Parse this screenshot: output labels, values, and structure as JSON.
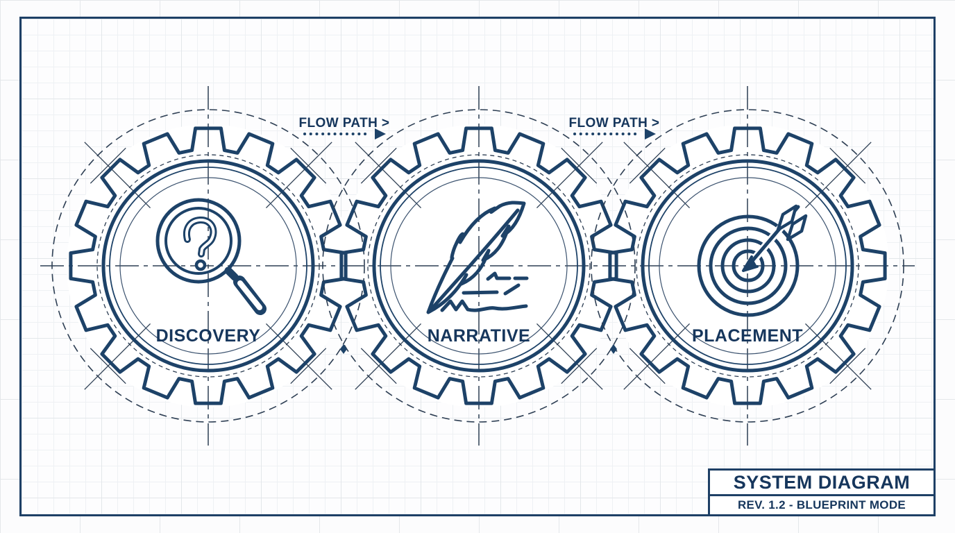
{
  "title_block": {
    "title": "SYSTEM DIAGRAM",
    "revision": "REV. 1.2 - BLUEPRINT MODE"
  },
  "flow_paths": [
    {
      "label": "FLOW PATH >"
    },
    {
      "label": "FLOW PATH >"
    }
  ],
  "gears": [
    {
      "label": "DISCOVERY",
      "icon": "magnifier-question-icon"
    },
    {
      "label": "NARRATIVE",
      "icon": "quill-pen-icon"
    },
    {
      "label": "PLACEMENT",
      "icon": "target-arrow-icon"
    }
  ],
  "colors": {
    "ink_navy": "#1d4268",
    "line_dark": "#2d3e53",
    "text_navy": "#16365c",
    "paper": "#ffffff",
    "grid_minor": "#eef1f4",
    "grid_major": "#e3e7ea"
  }
}
